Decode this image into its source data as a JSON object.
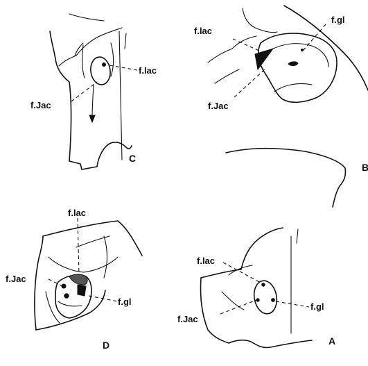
{
  "figure": {
    "panels": {
      "A": {
        "letter": "A",
        "f_lac": "f.lac",
        "f_jac": "f.Jac",
        "f_gl": "f.gl"
      },
      "B": {
        "letter": "B",
        "f_lac": "f.lac",
        "f_jac": "f.Jac",
        "f_gl": "f.gl"
      },
      "C": {
        "letter": "C",
        "f_lac": "f.lac",
        "f_jac": "f.Jac"
      },
      "D": {
        "letter": "D",
        "f_lac": "f.lac",
        "f_jac": "f.Jac",
        "f_gl": "f.gl"
      }
    }
  }
}
